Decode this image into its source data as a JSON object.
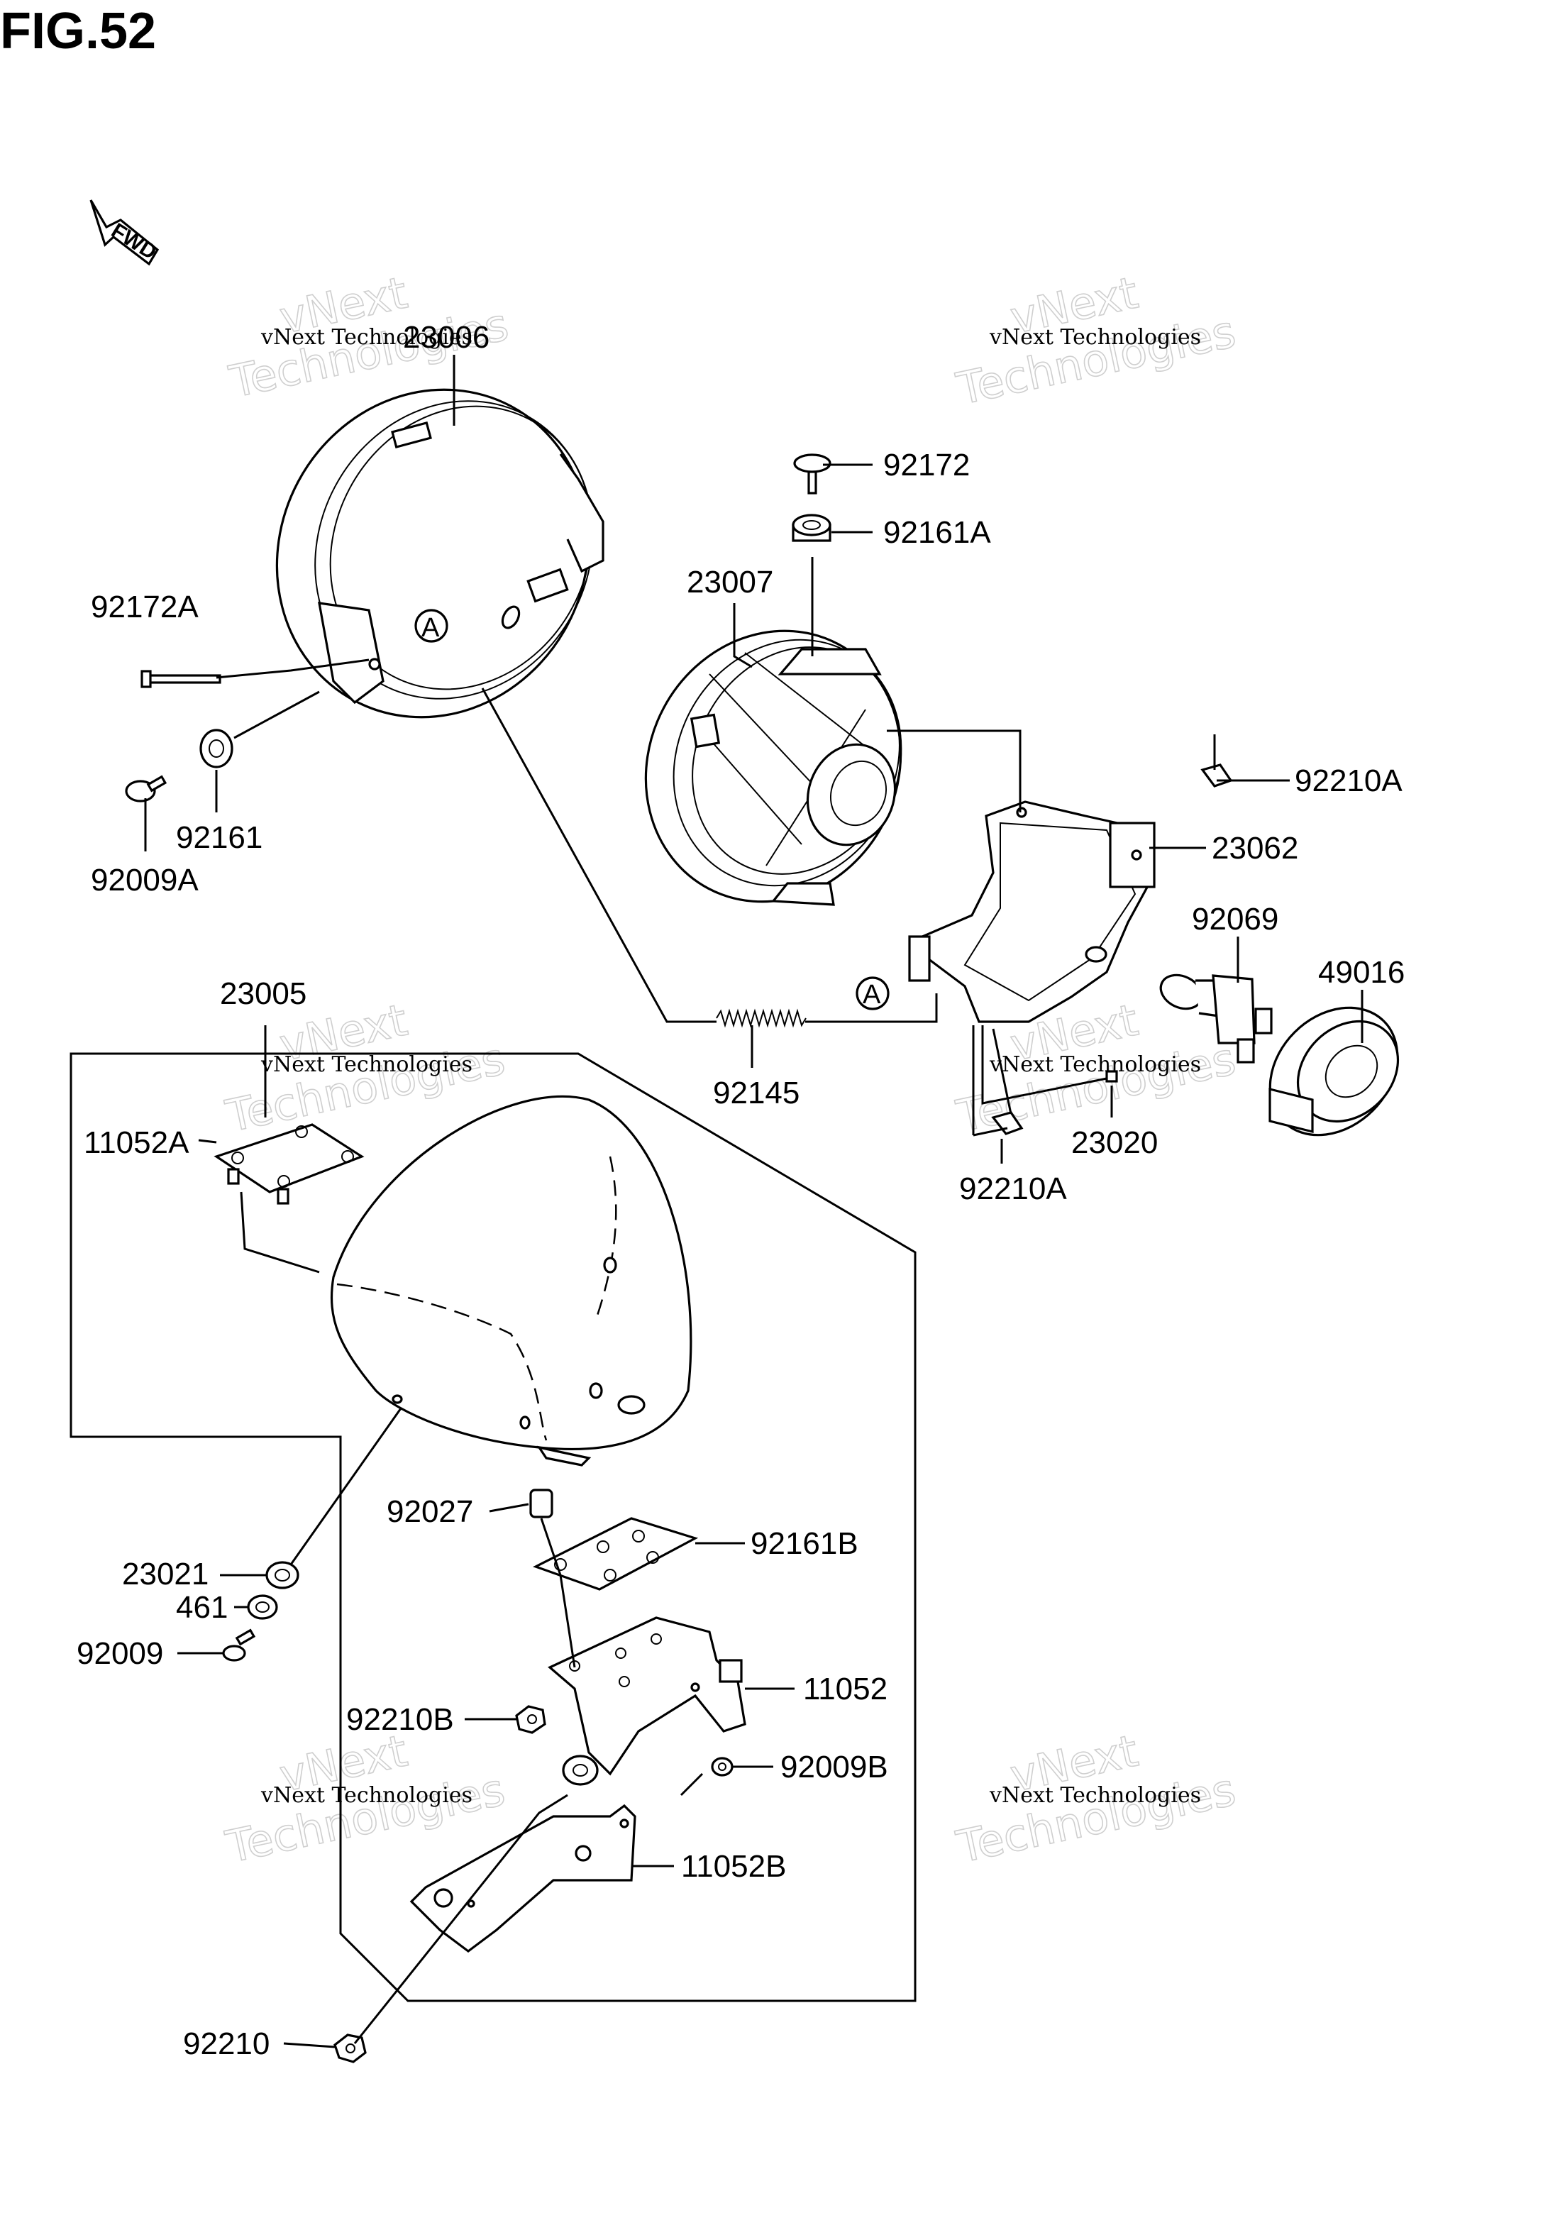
{
  "figure": {
    "title": "FIG.52",
    "fwd_label": "FWD"
  },
  "watermark": {
    "line1": "vNext Technologies",
    "line2": "vNext",
    "line3": "Technologies"
  },
  "labels": {
    "p23006": "23006",
    "p92172": "92172",
    "p92161A": "92161A",
    "p23007": "23007",
    "p92172A": "92172A",
    "p92161": "92161",
    "p92009A": "92009A",
    "p92210A_top": "92210A",
    "p23062": "23062",
    "p92069": "92069",
    "p49016": "49016",
    "p23005": "23005",
    "p92145": "92145",
    "p23020": "23020",
    "p11052A": "11052A",
    "p92210A_bottom": "92210A",
    "p92027": "92027",
    "p92161B": "92161B",
    "p23021": "23021",
    "p461": "461",
    "p92009": "92009",
    "p11052": "11052",
    "p92210B": "92210B",
    "p92009B": "92009B",
    "p11052B": "11052B",
    "p92210": "92210",
    "ref_a": "A"
  }
}
